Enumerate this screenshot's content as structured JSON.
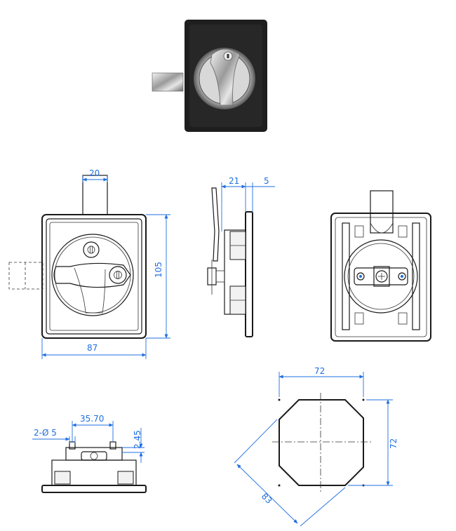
{
  "dimensions": {
    "front_top_width": "20",
    "front_height": "105",
    "front_width": "87",
    "side_depth": "21",
    "side_flange": "5",
    "bottom_hole_spacing": "35.70",
    "bottom_holes": "2-Ø 5",
    "bottom_offset": "2.45",
    "cutout_width": "72",
    "cutout_height": "72",
    "cutout_diagonal": "83"
  },
  "colors": {
    "dimension": "#1f6fe0",
    "outline": "#1a1a1a",
    "body": "#1e1e1e",
    "chrome": "#c8c8c8"
  }
}
